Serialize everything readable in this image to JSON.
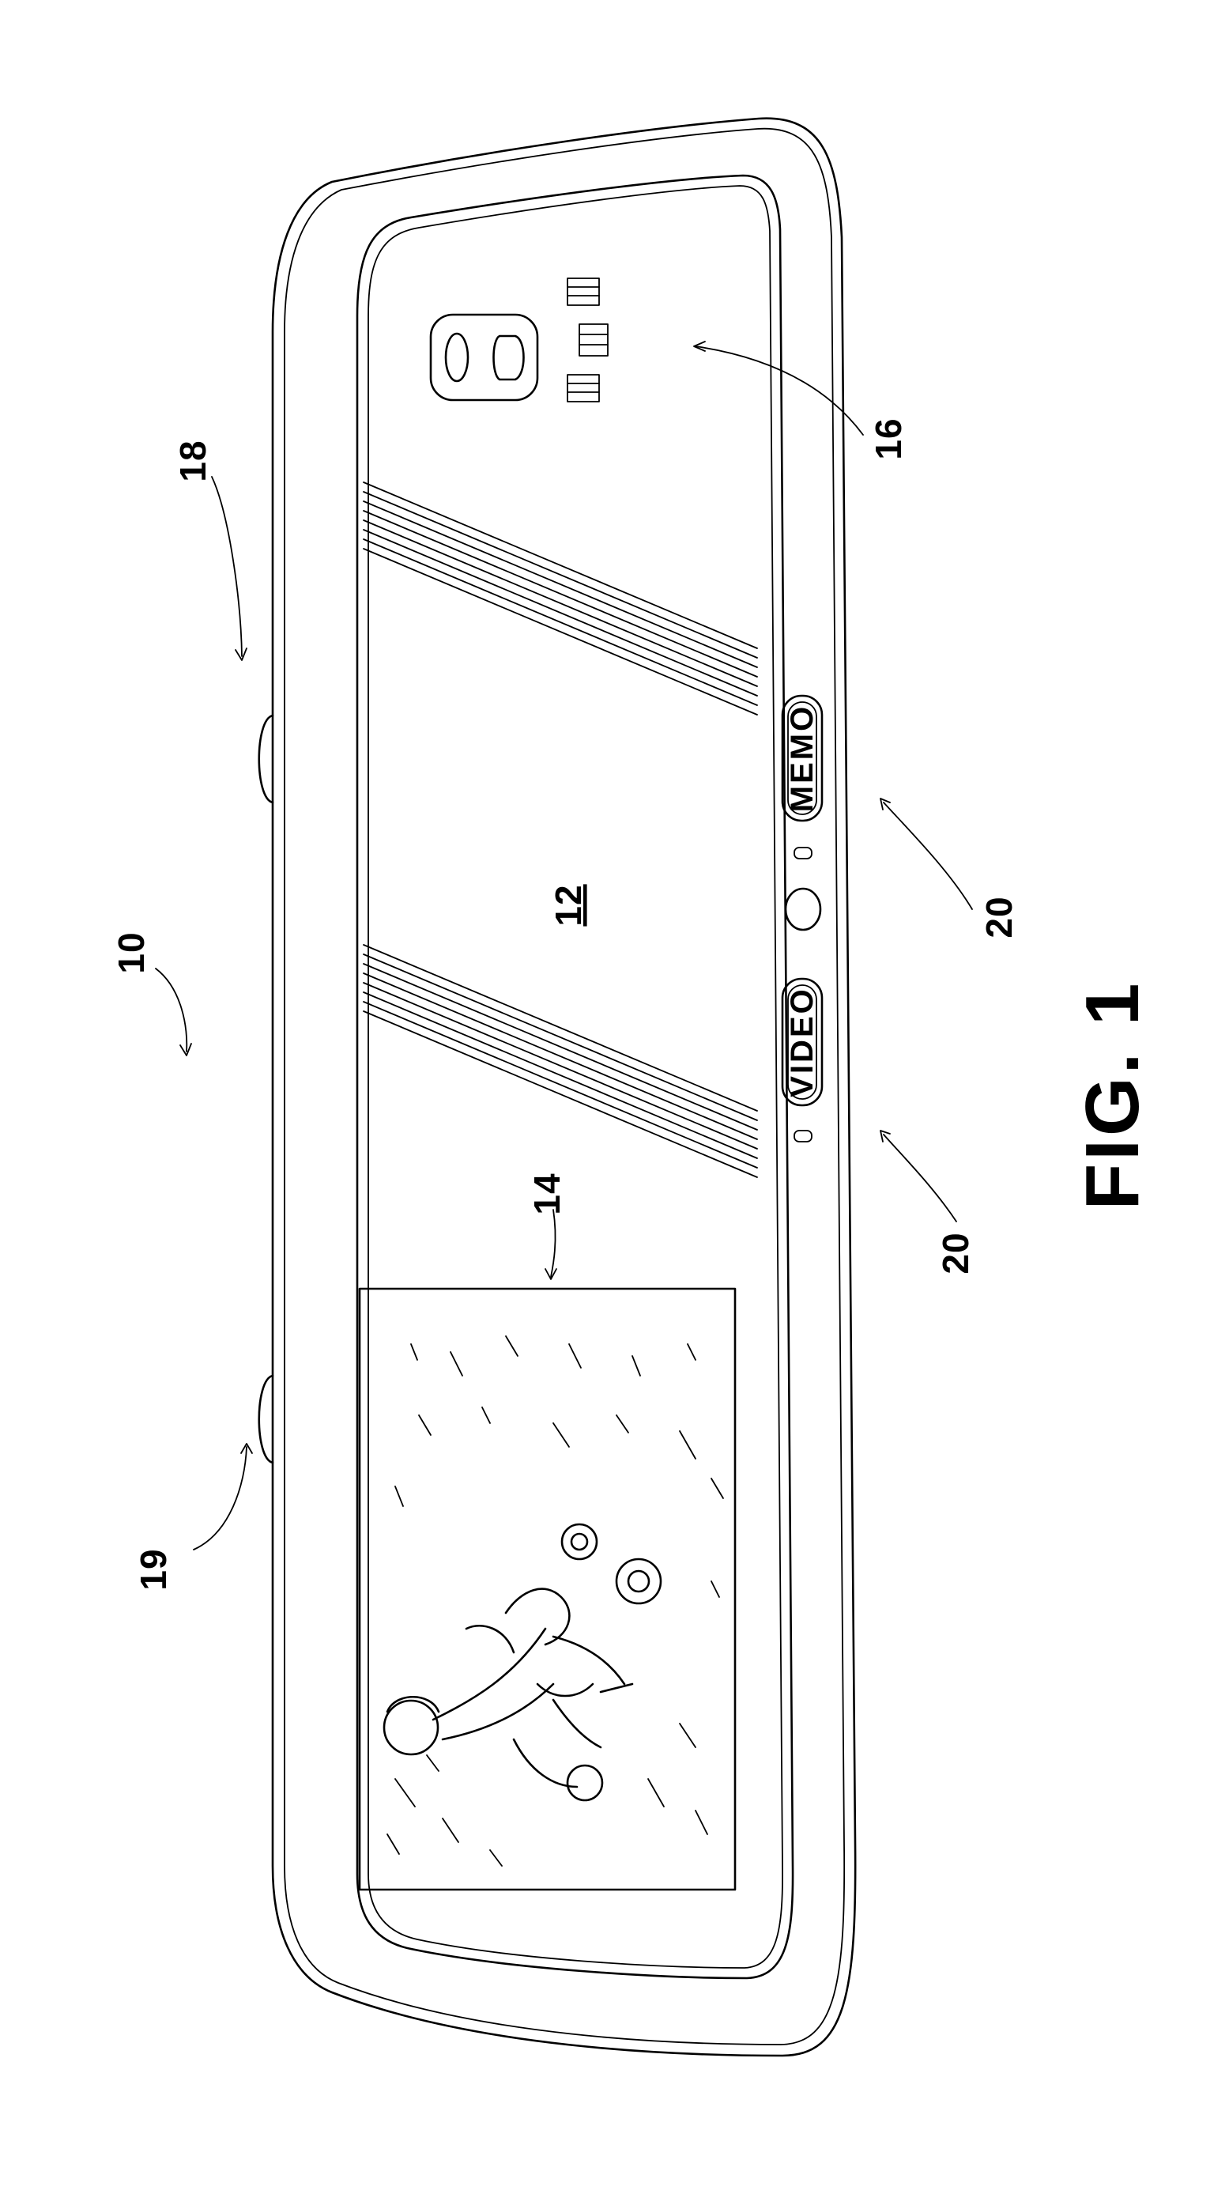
{
  "figure": {
    "caption": "FIG. 1",
    "labels": {
      "assembly": "10",
      "mirror": "12",
      "display": "14",
      "sensor": "16",
      "mount_upper": "18",
      "mount_lower": "19",
      "buttons_upper": "20",
      "buttons_lower": "20"
    },
    "buttons": {
      "video": "VIDEO",
      "memo": "MEMO"
    }
  }
}
